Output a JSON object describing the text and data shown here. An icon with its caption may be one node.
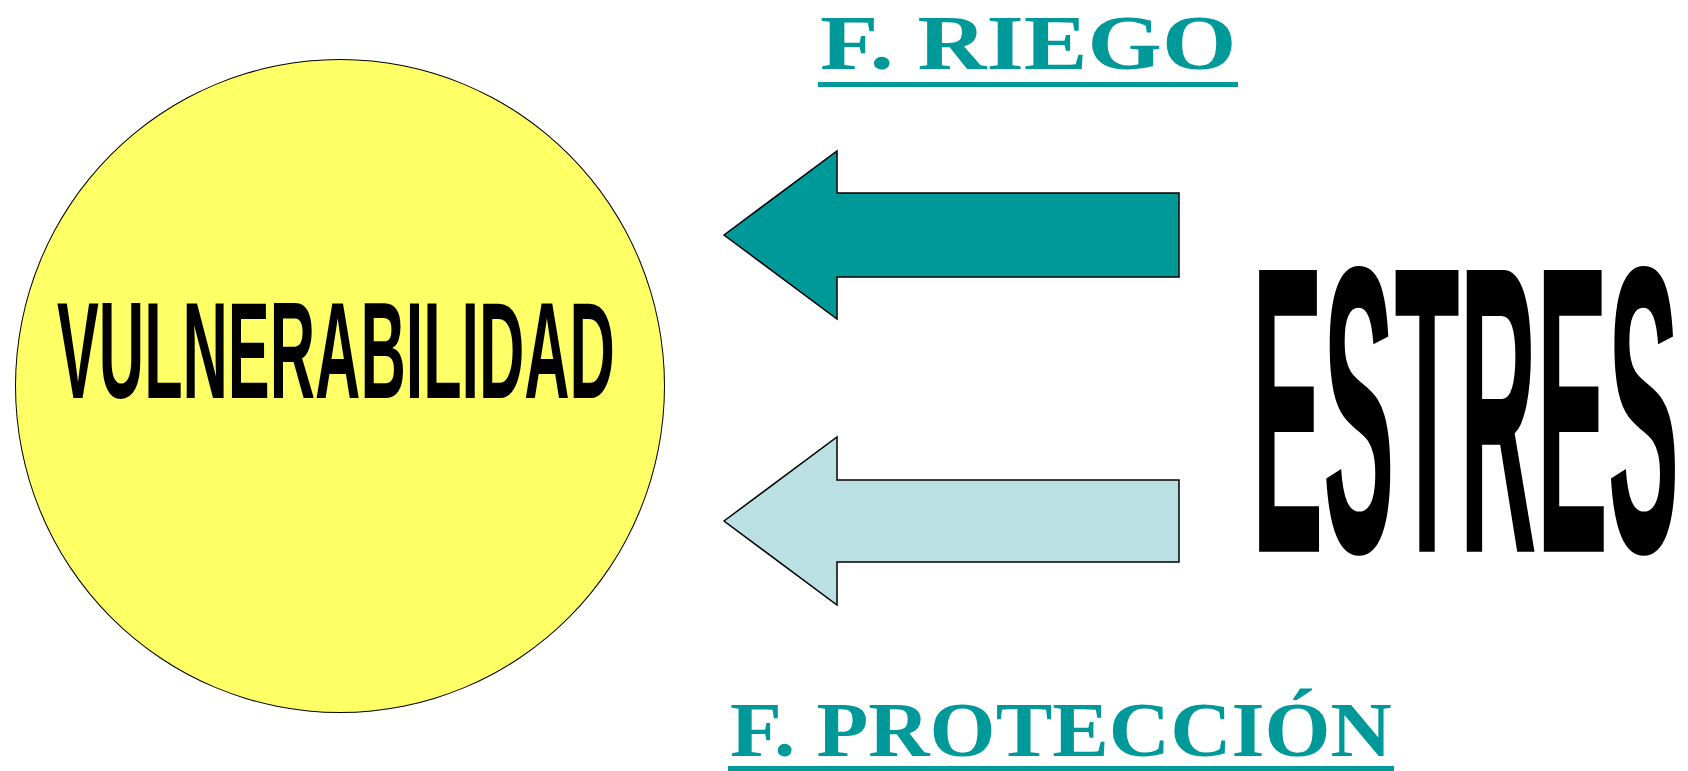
{
  "diagram": {
    "nodes": [
      {
        "text": [
          "VULNERABILIDAD"
        ]
      },
      {
        "text": [
          "ESTRES"
        ]
      }
    ],
    "edges": [
      {
        "from": 1,
        "to": 0,
        "arrow": "to",
        "label": "F. RIEGO",
        "color": "#009999"
      },
      {
        "from": 1,
        "to": 0,
        "arrow": "to",
        "label": "F. PROTECCIÓN",
        "color": "#bbe0e3"
      }
    ]
  }
}
